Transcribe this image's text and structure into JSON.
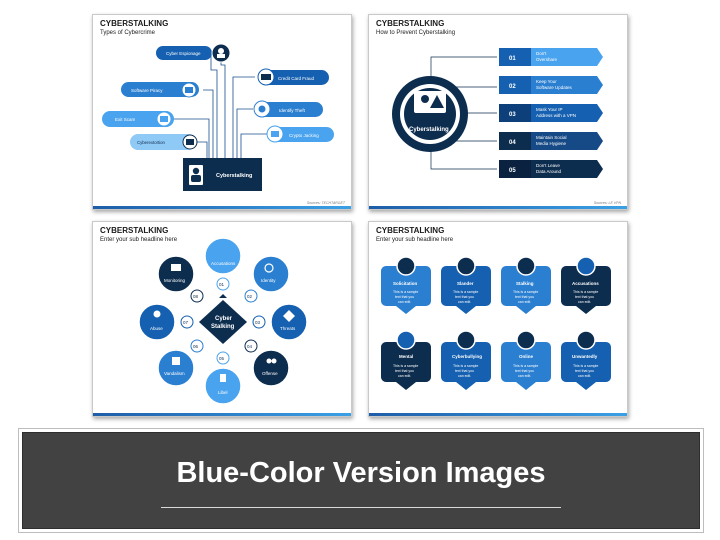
{
  "colors": {
    "navy": "#0d2d4f",
    "blue": "#1560b0",
    "mid": "#2b7fd1",
    "light": "#49a3ee",
    "sky": "#8fc9f5",
    "banner": "#424242"
  },
  "slide1": {
    "title": "CYBERSTALKING",
    "subtitle": "Types of Cybercrime",
    "center": "Cyberstalking",
    "labels": {
      "cyber_espionage": "Cyber Espionage",
      "software_piracy": "Software Piracy",
      "exit_scam": "Exit Scam",
      "cyberextortion": "Cyberextortion",
      "credit_card_fraud": "Credit Card Fraud",
      "identify_theft": "Identify Theft",
      "crypto_jacking": "Crypto Jacking"
    },
    "source": "Sources: TECHTARGET"
  },
  "slide2": {
    "title": "CYBERSTALKING",
    "subtitle": "How to Prevent Cyberstalking",
    "center": "Cyberstalking",
    "items": [
      {
        "num": "01",
        "line1": "Don't",
        "line2": "Overshare"
      },
      {
        "num": "02",
        "line1": "Keep Your",
        "line2": "Software Updates"
      },
      {
        "num": "03",
        "line1": "Mask Your IP",
        "line2": "Address with a VPN"
      },
      {
        "num": "04",
        "line1": "Maintain Social",
        "line2": "Media Hygiene"
      },
      {
        "num": "05",
        "line1": "Don't Leave",
        "line2": "Data Around"
      }
    ],
    "source": "Sources: LE VPN"
  },
  "slide3": {
    "title": "CYBERSTALKING",
    "subtitle": "Enter your sub headline here",
    "center_line1": "Cyber",
    "center_line2": "Stalking",
    "nodes": [
      {
        "num": "01",
        "label": "Accusations"
      },
      {
        "num": "02",
        "label": "Identity"
      },
      {
        "num": "03",
        "label": "Threats"
      },
      {
        "num": "04",
        "label": "Offense"
      },
      {
        "num": "05",
        "label": "Libel"
      },
      {
        "num": "06",
        "label": "Vandalism"
      },
      {
        "num": "07",
        "label": "Abuse"
      },
      {
        "num": "08",
        "label": "Monitoring"
      }
    ]
  },
  "slide4": {
    "title": "CYBERSTALKING",
    "subtitle": "Enter your sub headline here",
    "body_line1": "This is a sample",
    "body_line2": "text that you",
    "body_line3": "can edit.",
    "cards": [
      "Solicitation",
      "Slander",
      "Stalking",
      "Accusations",
      "Mental",
      "Cyberbullying",
      "Online",
      "Unwantedly"
    ]
  },
  "banner": {
    "title": "Blue-Color Version Images"
  }
}
